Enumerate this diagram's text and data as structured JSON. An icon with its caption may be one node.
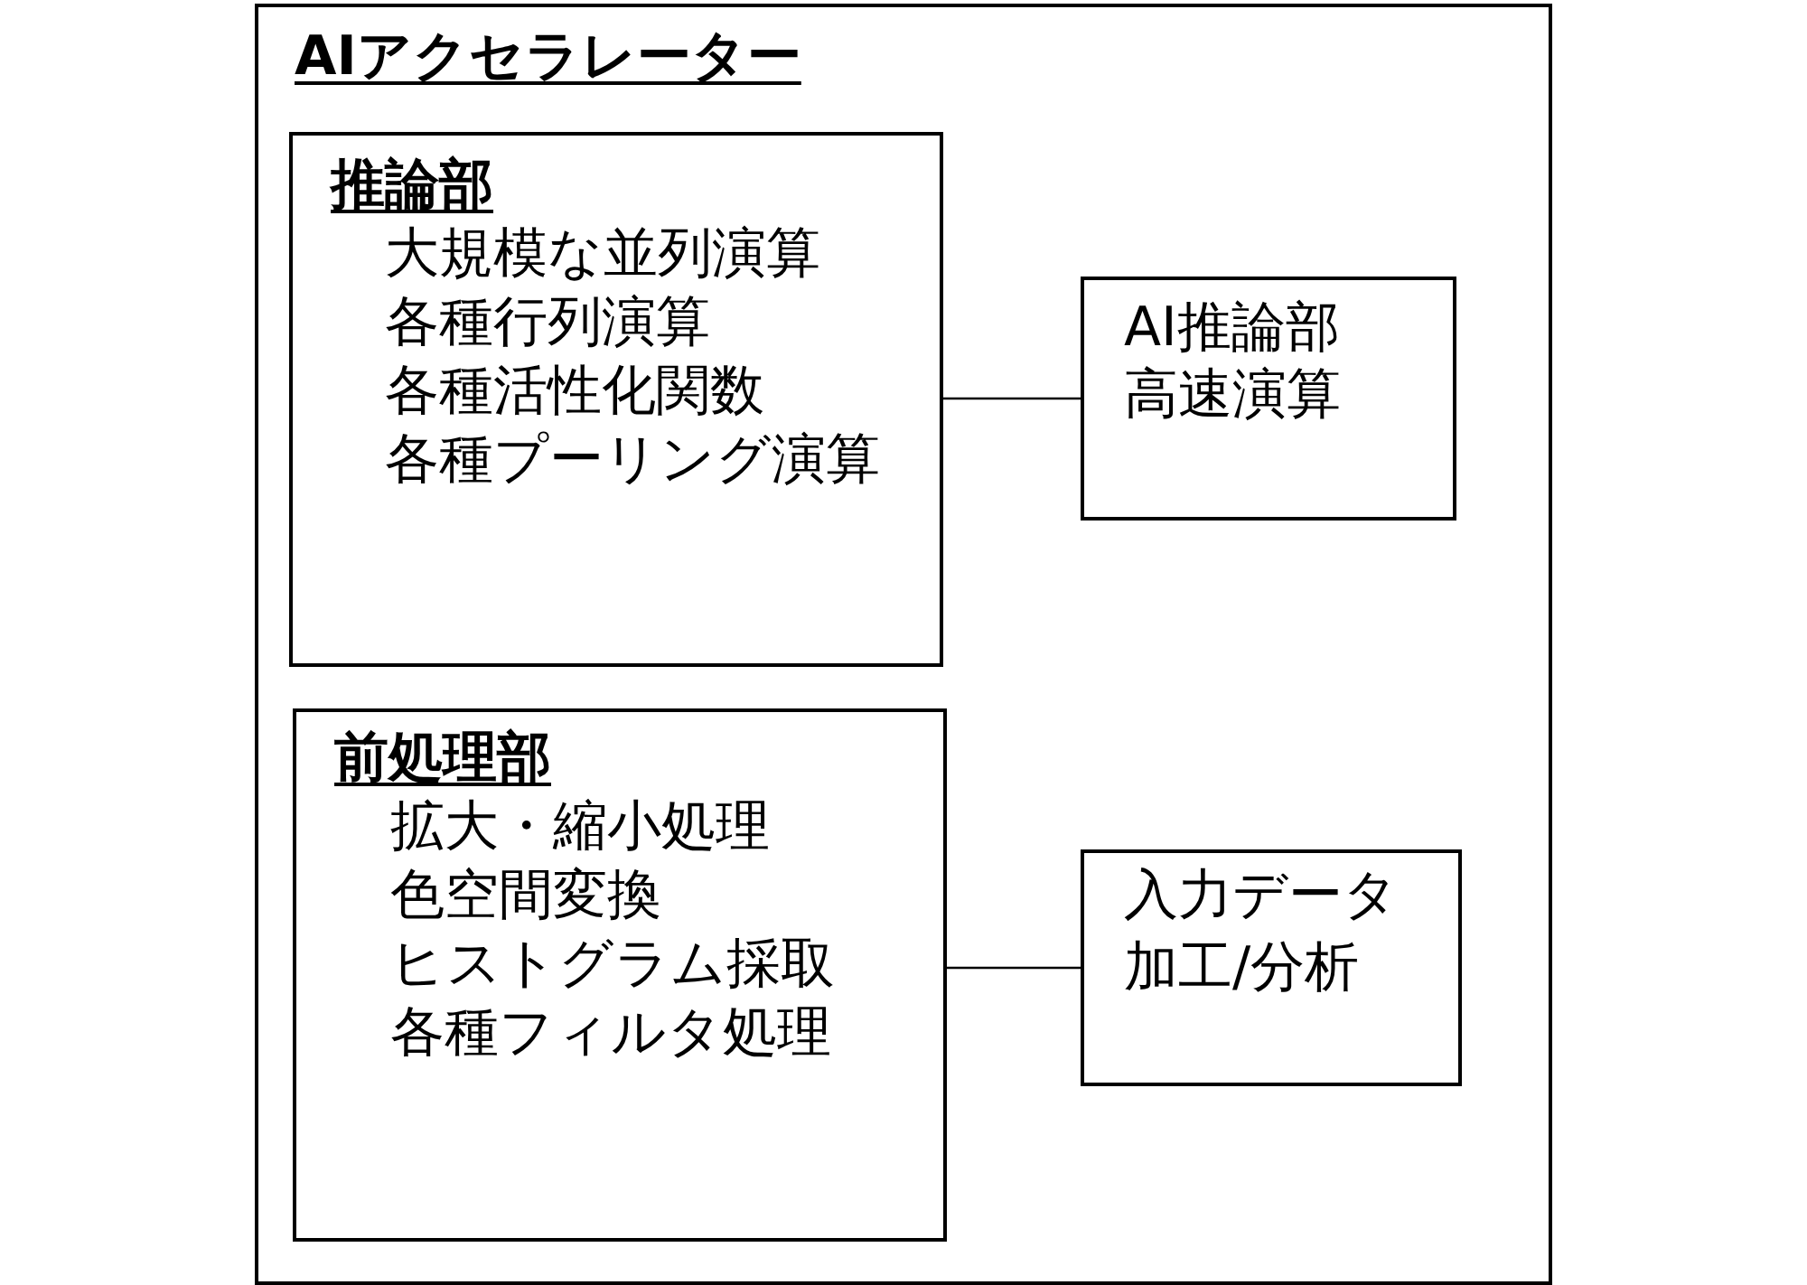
{
  "diagram": {
    "nodes": [
      {
        "text": [
          "AIアクセラレーター"
        ]
      },
      {
        "text": [
          "推論部",
          "大規模な並列演算",
          "各種行列演算",
          "各種活性化関数",
          "各種プーリング演算"
        ],
        "in": 0
      },
      {
        "text": [
          "AI推論部",
          "高速演算"
        ],
        "in": 0
      },
      {
        "text": [
          "前処理部",
          "拡大・縮小処理",
          "色空間変換",
          "ヒストグラム採取",
          "各種フィルタ処理"
        ],
        "in": 0
      },
      {
        "text": [
          "入力データ",
          "加工/分析"
        ],
        "in": 0
      }
    ],
    "edges": [
      {
        "from": 1,
        "to": 2,
        "arrow": "none"
      },
      {
        "from": 3,
        "to": 4,
        "arrow": "none"
      }
    ]
  }
}
